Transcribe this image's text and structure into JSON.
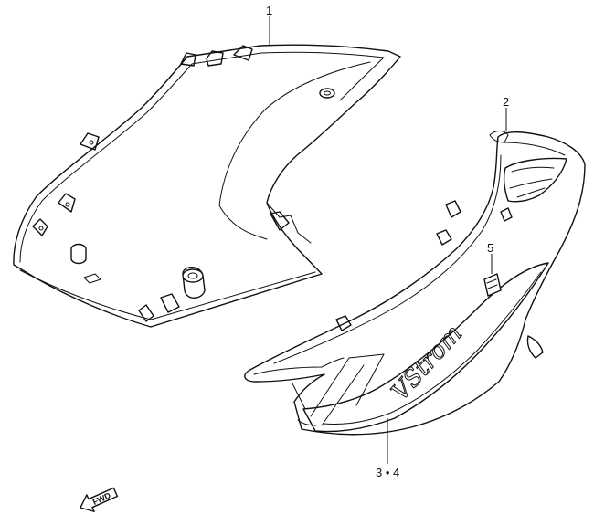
{
  "callouts": {
    "part_1": "1",
    "part_2": "2",
    "part_3_4": "3 • 4",
    "part_5": "5"
  },
  "fwd_label": "FWD",
  "decal_text": "VStrom",
  "colors": {
    "line": "#111111",
    "background": "#ffffff"
  }
}
